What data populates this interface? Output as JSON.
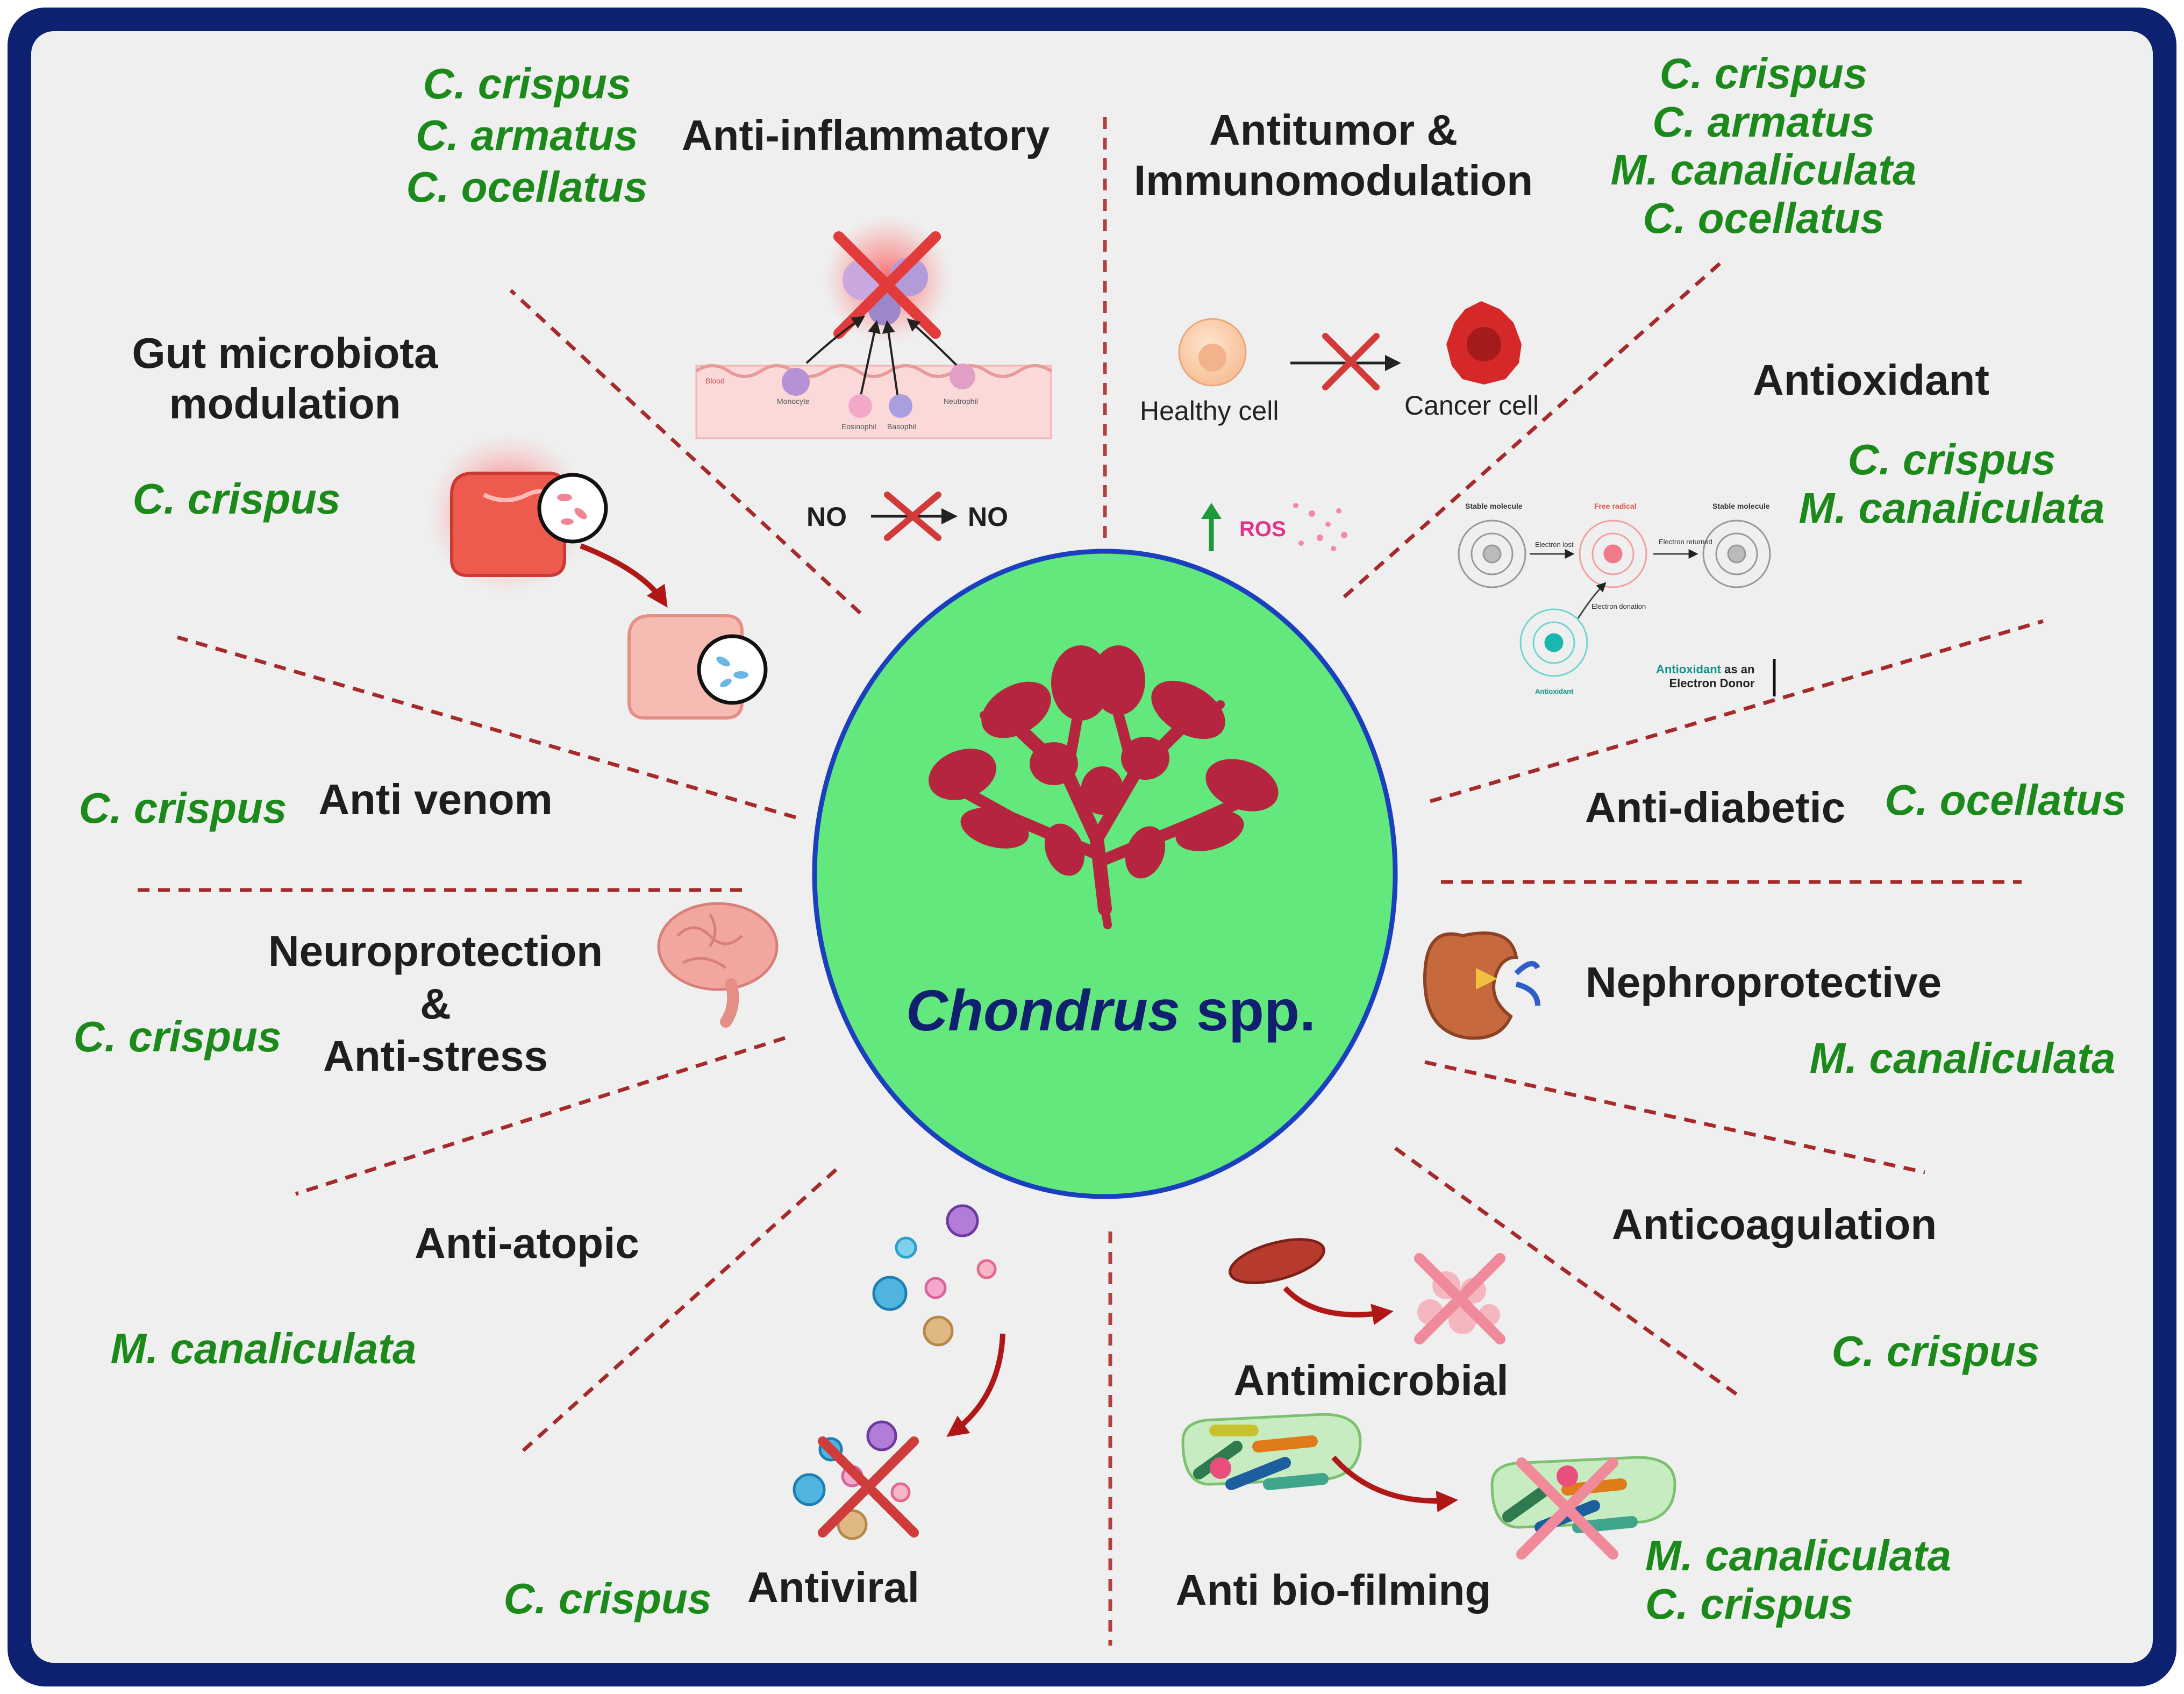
{
  "center": {
    "genus": "Chondrus",
    "suffix": "spp."
  },
  "activities": {
    "anti_inflammatory": {
      "title": "Anti-inflammatory",
      "species": [
        "C. crispus",
        "C. armatus",
        "C. ocellatus"
      ]
    },
    "antitumor": {
      "title": [
        "Antitumor &",
        "Immunomodulation"
      ],
      "species": [
        "C. crispus",
        "C. armatus",
        "M. canaliculata",
        "C. ocellatus"
      ]
    },
    "gut": {
      "title": [
        "Gut microbiota",
        "modulation"
      ],
      "species": [
        "C. crispus"
      ]
    },
    "antioxidant": {
      "title": "Antioxidant",
      "species": [
        "C. crispus",
        "M. canaliculata"
      ]
    },
    "anti_venom": {
      "title": "Anti venom",
      "species": [
        "C. crispus"
      ]
    },
    "anti_diabetic": {
      "title": "Anti-diabetic",
      "species": [
        "C. ocellatus"
      ]
    },
    "neuroprotection": {
      "title": [
        "Neuroprotection",
        "&",
        "Anti-stress"
      ],
      "species": [
        "C. crispus"
      ]
    },
    "nephroprotective": {
      "title": "Nephroprotective",
      "species": [
        "M. canaliculata"
      ]
    },
    "anti_atopic": {
      "title": "Anti-atopic",
      "species": [
        "M. canaliculata"
      ]
    },
    "anticoagulation": {
      "title": "Anticoagulation",
      "species": [
        "C. crispus"
      ]
    },
    "antiviral": {
      "title": "Antiviral",
      "species": [
        "C. crispus"
      ]
    },
    "antimicrobial": {
      "title": "Antimicrobial"
    },
    "anti_biofilm": {
      "title": "Anti bio-filming",
      "species": [
        "M. canaliculata",
        "C. crispus"
      ]
    }
  },
  "illustrations": {
    "no_left": "NO",
    "no_right": "NO",
    "healthy_cell": "Healthy cell",
    "cancer_cell": "Cancer cell",
    "ros": "ROS",
    "inflammation_labels": [
      "Blood",
      "Monocyte",
      "Eosinophil",
      "Basophil",
      "Neutrophil"
    ],
    "antioxidant_diagram": {
      "stable_left": "Stable molecule",
      "free_radical": "Free radical",
      "stable_right": "Stable molecule",
      "electron_lost": "Electron lost",
      "electron_returned": "Electron returned",
      "electron_donation": "Electron donation",
      "antioxidant": "Antioxidant",
      "donor_word": "Antioxidant",
      "donor_rest": "as an",
      "donor_line2": "Electron Donor"
    }
  },
  "colors": {
    "frame": "#0c2270",
    "panel": "#efefef",
    "circle_fill": "#62e87c",
    "circle_stroke": "#1a3fbf",
    "center_text": "#10206e",
    "species_green": "#1b8a1b",
    "dash": "#a52a2a",
    "seaweed": "#b5253f"
  }
}
